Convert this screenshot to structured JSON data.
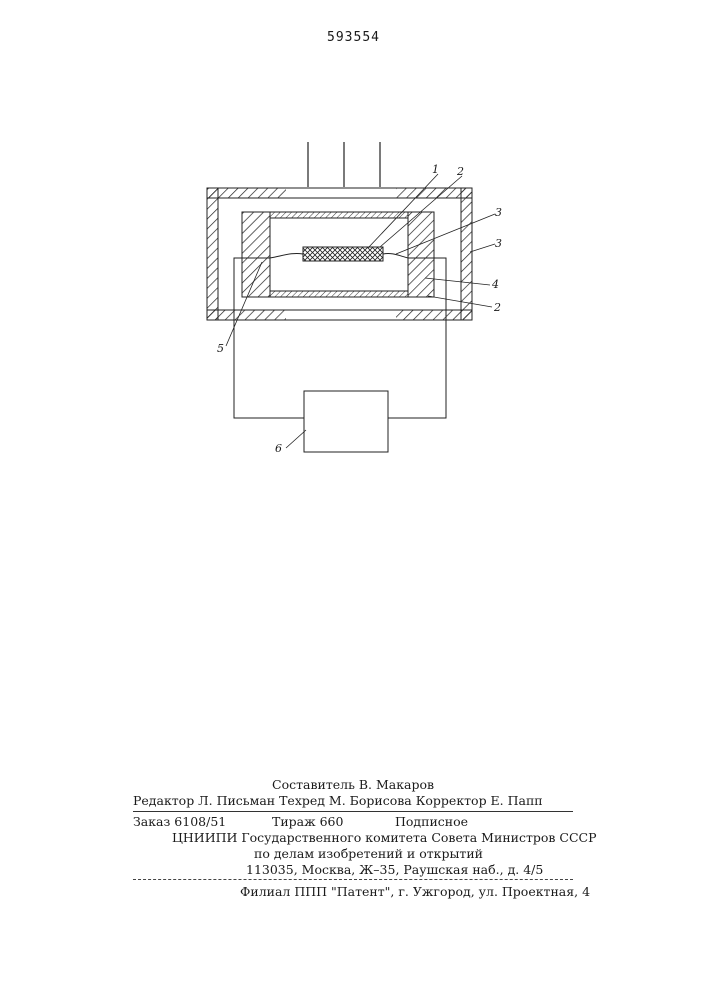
{
  "patent_number": "593554",
  "figure": {
    "labels": {
      "l1": "1",
      "l2a": "2",
      "l3a": "3",
      "l3b": "3",
      "l4": "4",
      "l2b": "2",
      "l5": "5",
      "l6": "6"
    }
  },
  "imprint": {
    "compiler": "Составитель В. Макаров",
    "editors": "Редактор Л. Письман  Техред М. Борисова Корректор Е. Папп",
    "order": "Заказ 6108/51",
    "circulation": "Тираж 660",
    "subscription": "Подписное",
    "org1": "ЦНИИПИ Государственного комитета Совета Министров СССР",
    "org2": "по делам изобретений и открытий",
    "address": "113035, Москва, Ж–35, Раушская наб., д. 4/5",
    "branch": "Филиал ППП \"Патент\", г. Ужгород, ул. Проектная, 4"
  }
}
